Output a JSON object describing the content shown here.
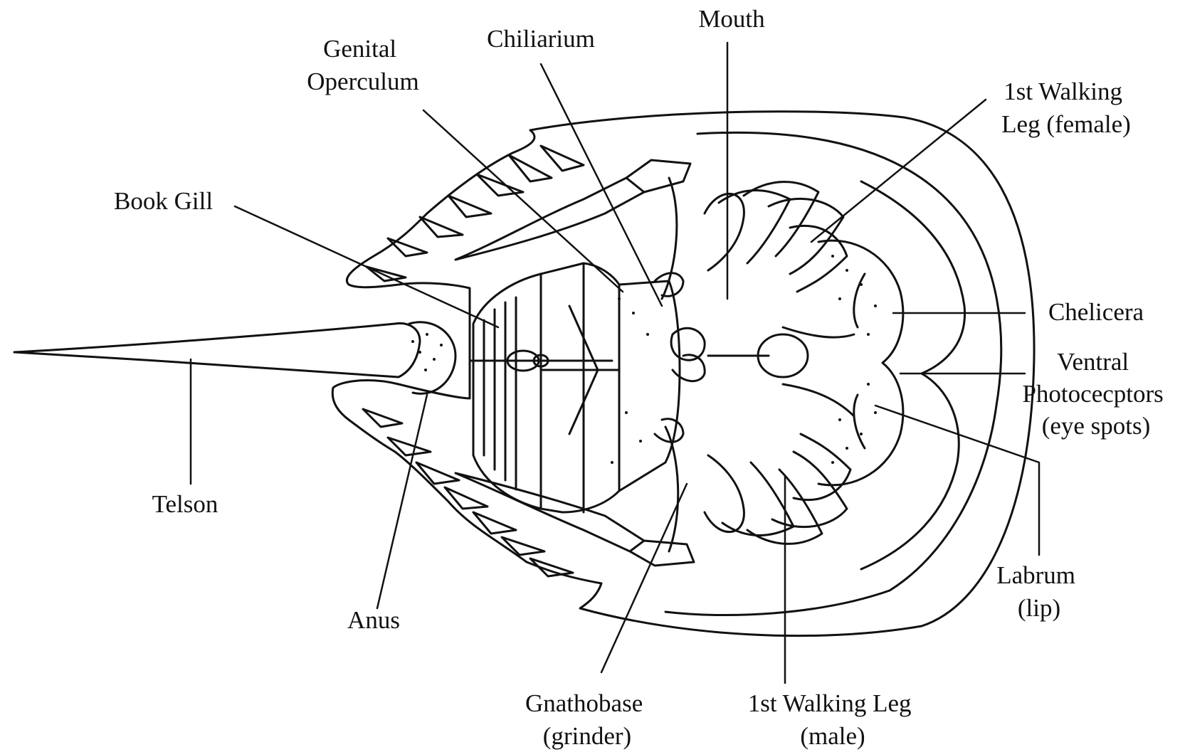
{
  "labels": {
    "mouth": "Mouth",
    "chiliarium": "Chiliarium",
    "genital_operculum": [
      "Genital",
      "Operculum"
    ],
    "first_walking_leg_female": [
      "1st Walking",
      "Leg (female)"
    ],
    "book_gill": "Book Gill",
    "chelicera": "Chelicera",
    "ventral_photoreceptors": [
      "Ventral",
      "Photocecptors",
      "(eye spots)"
    ],
    "telson": "Telson",
    "labrum": [
      "Labrum",
      "(lip)"
    ],
    "anus": "Anus",
    "gnathobase": [
      "Gnathobase",
      "(grinder)"
    ],
    "first_walking_leg_male": [
      "1st Walking Leg",
      "(male)"
    ]
  },
  "colors": {
    "ink": "#111111",
    "background": "#ffffff"
  }
}
